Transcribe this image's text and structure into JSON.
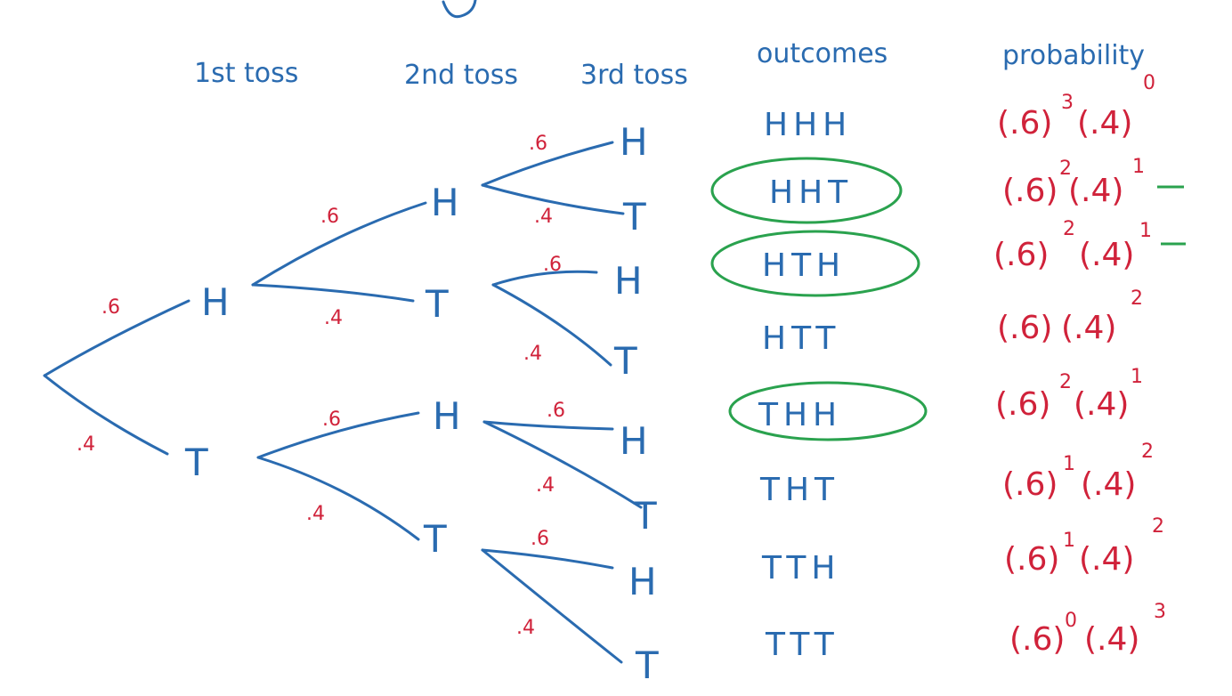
{
  "colors": {
    "tree": "#2a6bb0",
    "prob": "#d0223a",
    "highlight": "#2aa24e"
  },
  "headers": {
    "toss1": "1st toss",
    "toss2": "2nd toss",
    "toss3": "3rd toss",
    "outcomes": "outcomes",
    "probability": "probability"
  },
  "tree": {
    "toss1": [
      "H",
      "T"
    ],
    "toss2": [
      "H",
      "T",
      "H",
      "T"
    ],
    "toss3": [
      "H",
      "T",
      "H",
      "T",
      "H",
      "T",
      "H",
      "T"
    ]
  },
  "edge_labels": {
    "toss1": [
      ".6",
      ".4"
    ],
    "toss2": [
      ".6",
      ".4",
      ".6",
      ".4"
    ],
    "toss3": [
      ".6",
      ".4",
      ".6",
      ".4",
      ".6",
      ".4",
      ".6",
      ".4"
    ]
  },
  "outcomes": [
    "HHH",
    "HHT",
    "HTH",
    "HTT",
    "THH",
    "THT",
    "TTH",
    "TTT"
  ],
  "highlighted_outcomes": [
    "HHT",
    "HTH",
    "THH"
  ],
  "probabilities": [
    {
      "p": "(.6)",
      "pe": "3",
      "q": "(.4)",
      "qe": "0"
    },
    {
      "p": "(.6)",
      "pe": "2",
      "q": "(.4)",
      "qe": "1"
    },
    {
      "p": "(.6)",
      "pe": "2",
      "q": "(.4)",
      "qe": "1"
    },
    {
      "p": "(.6)",
      "pe": "",
      "q": "(.4)",
      "qe": "2"
    },
    {
      "p": "(.6)",
      "pe": "2",
      "q": "(.4)",
      "qe": "1"
    },
    {
      "p": "(.6)",
      "pe": "1",
      "q": "(.4)",
      "qe": "2"
    },
    {
      "p": "(.6)",
      "pe": "1",
      "q": "(.4)",
      "qe": "2"
    },
    {
      "p": "(.6)",
      "pe": "0",
      "q": "(.4)",
      "qe": "3"
    }
  ],
  "side_marks": [
    "-",
    "-"
  ]
}
